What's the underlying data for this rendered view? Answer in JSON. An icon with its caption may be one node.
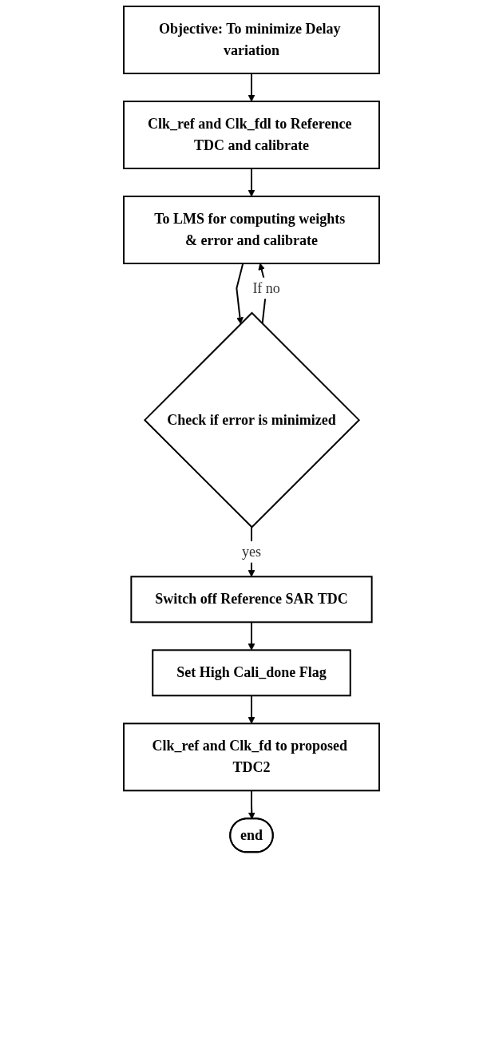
{
  "diagram": {
    "nodes": [
      {
        "text": [
          "Objective: To minimize Delay variation"
        ]
      },
      {
        "text": [
          "Clk_ref and Clk_fdl to Reference TDC and calibrate"
        ]
      },
      {
        "text": [
          "To LMS for computing weights & error and calibrate"
        ]
      },
      {
        "text": [
          "Check if error is minimized"
        ]
      },
      {
        "text": [
          "Switch off Reference SAR TDC"
        ]
      },
      {
        "text": [
          "Set High Cali_done Flag"
        ]
      },
      {
        "text": [
          "Clk_ref and Clk_fd to proposed TDC2"
        ]
      },
      {
        "text": [
          "end"
        ]
      }
    ],
    "edges": [
      {
        "from": 0,
        "to": 1,
        "arrow": "to"
      },
      {
        "from": 1,
        "to": 2,
        "arrow": "to"
      },
      {
        "from": 2,
        "to": 3,
        "arrow": "to"
      },
      {
        "from": 3,
        "to": 2,
        "arrow": "to",
        "label": "If no"
      },
      {
        "from": 3,
        "to": 4,
        "arrow": "to",
        "label": "yes"
      },
      {
        "from": 4,
        "to": 5,
        "arrow": "to"
      },
      {
        "from": 5,
        "to": 6,
        "arrow": "to"
      },
      {
        "from": 6,
        "to": 7,
        "arrow": "to"
      }
    ]
  }
}
